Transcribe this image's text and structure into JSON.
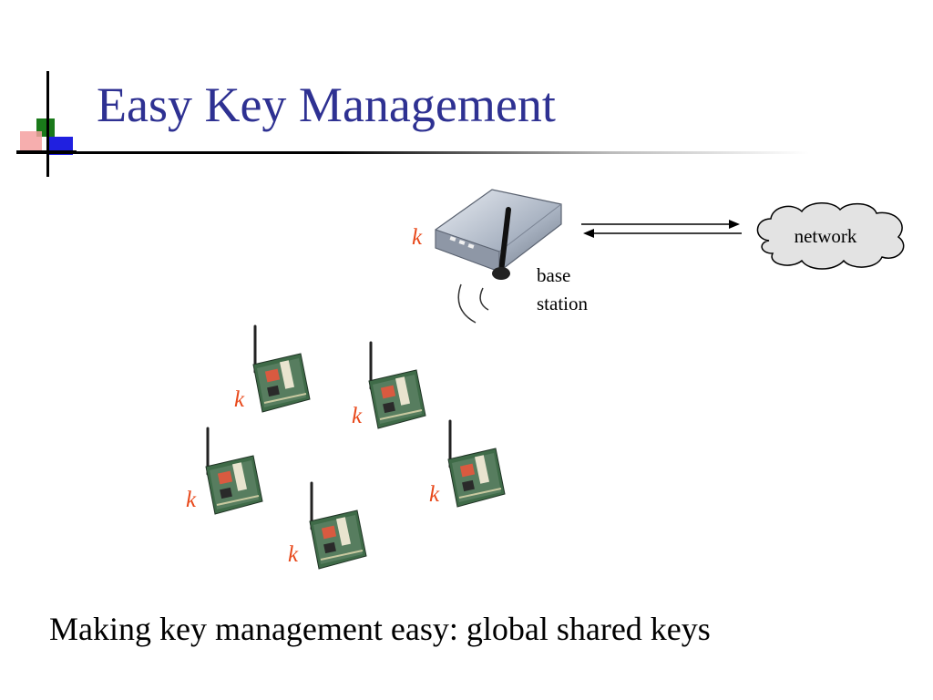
{
  "slide": {
    "title": "Easy Key Management",
    "caption": "Making key management easy: global shared keys"
  },
  "diagram": {
    "key_label": "k",
    "base_station": {
      "label_line1": "base",
      "label_line2": "station",
      "key": "k"
    },
    "network": {
      "label": "network"
    },
    "sensors": [
      {
        "key": "k"
      },
      {
        "key": "k"
      },
      {
        "key": "k"
      },
      {
        "key": "k"
      },
      {
        "key": "k"
      }
    ]
  },
  "colors": {
    "title": "#2e3192",
    "key": "#e8481a"
  }
}
